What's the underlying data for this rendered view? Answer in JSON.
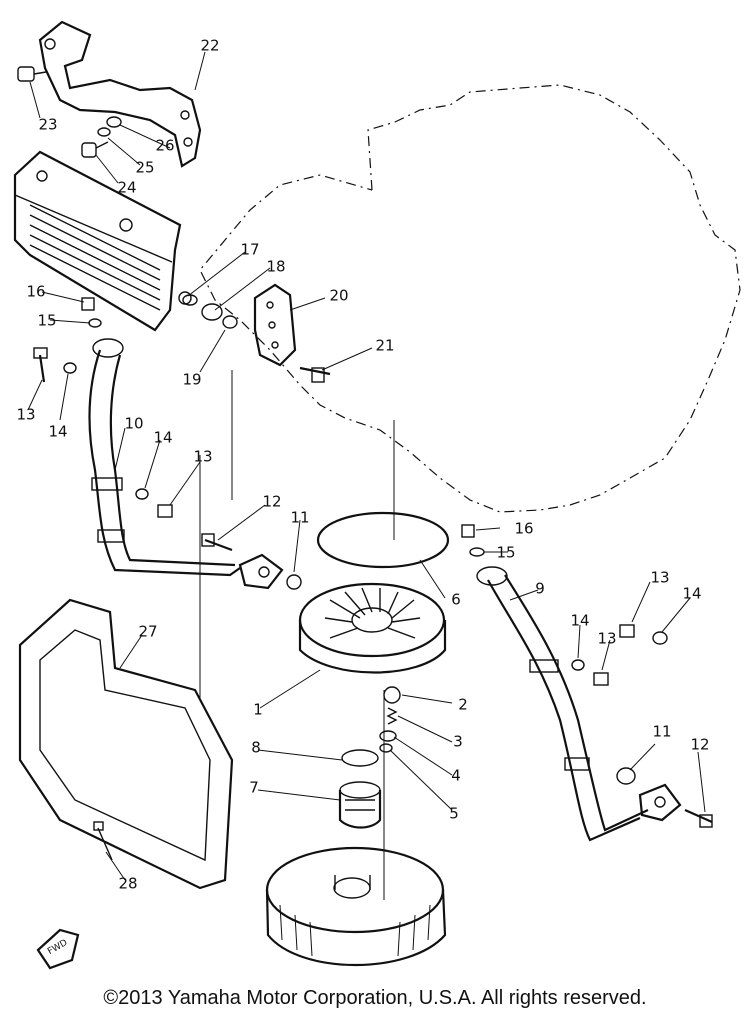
{
  "diagram": {
    "labels": [
      "1",
      "2",
      "3",
      "4",
      "5",
      "6",
      "7",
      "8",
      "9",
      "10",
      "11",
      "11",
      "12",
      "12",
      "13",
      "13",
      "13",
      "13",
      "14",
      "14",
      "14",
      "14",
      "15",
      "15",
      "16",
      "16",
      "17",
      "18",
      "19",
      "20",
      "21",
      "22",
      "23",
      "24",
      "25",
      "26",
      "27",
      "28"
    ],
    "fwd_mark": "FWD",
    "copyright": "©2013 Yamaha Motor Corporation, U.S.A. All rights reserved."
  }
}
